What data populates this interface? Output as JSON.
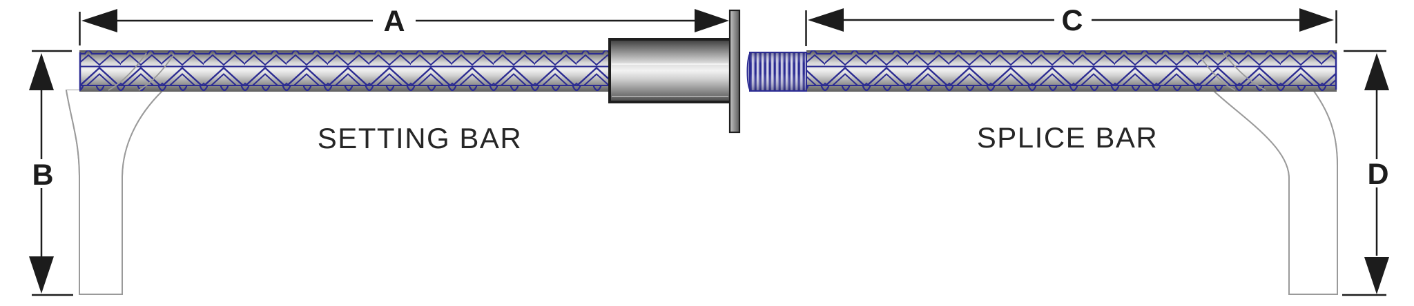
{
  "diagram": {
    "left_label": "SETTING BAR",
    "right_label": "SPLICE BAR",
    "dim_a": "A",
    "dim_b": "B",
    "dim_c": "C",
    "dim_d": "D",
    "colors": {
      "ink": "#1c1c1c",
      "lattice_navy": "#2b2b92",
      "ghost_gray": "#9a9a9a",
      "label_text": "#262626"
    }
  }
}
